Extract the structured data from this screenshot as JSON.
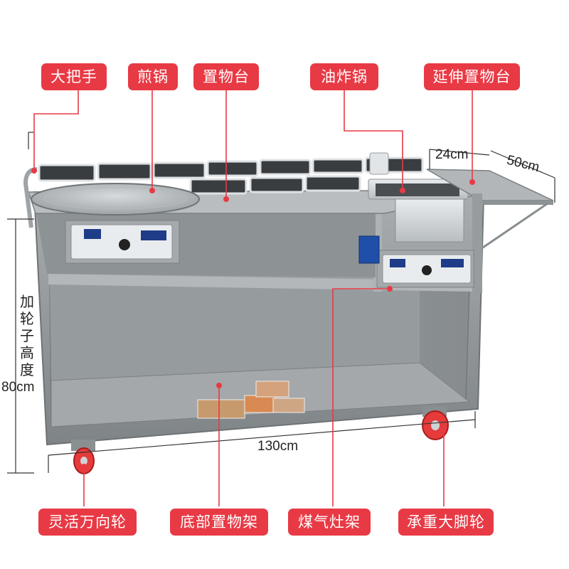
{
  "labels": {
    "handle": "大把手",
    "fry_pan": "煎锅",
    "shelf": "置物台",
    "deep_fryer": "油炸锅",
    "extension_shelf": "延伸置物台",
    "swivel_wheel": "灵活万向轮",
    "bottom_rack": "底部置物架",
    "gas_stove_rack": "煤气灶架",
    "heavy_wheel": "承重大脚轮"
  },
  "dimensions": {
    "shelf_depth": "24cm",
    "shelf_length": "50cm",
    "height_caption": [
      "加",
      "轮",
      "子",
      "高",
      "度"
    ],
    "height": "80cm",
    "width": "130cm"
  },
  "colors": {
    "label_bg": "#e83a45",
    "leader_line": "#e83a45",
    "cart_body": "#8f9497"
  }
}
